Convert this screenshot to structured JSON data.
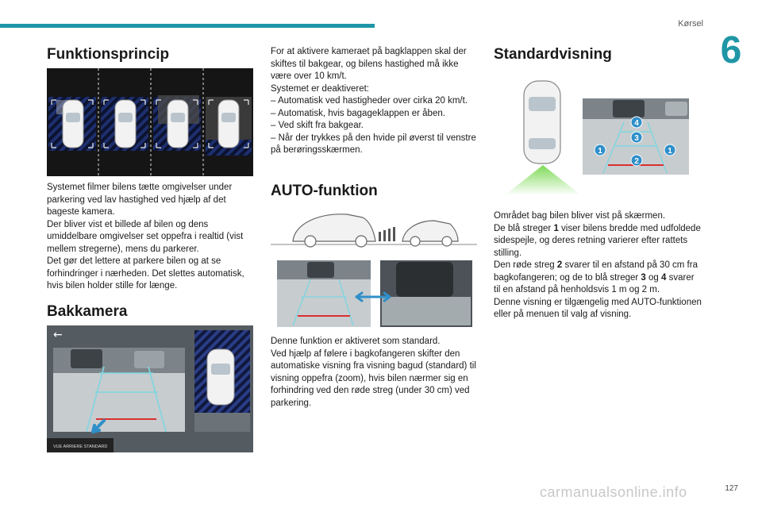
{
  "header": {
    "section": "Kørsel",
    "chapter": "6"
  },
  "col1": {
    "title1": "Funktionsprincip",
    "para1": [
      "Systemet filmer bilens tætte omgivelser under parkering ved lav hastighed ved hjælp af det bageste kamera.",
      "Der bliver vist et billede af bilen og dens umiddelbare omgivelser set oppefra i realtid (vist mellem stregerne), mens du parkerer.",
      "Det gør det lettere at parkere bilen og at se forhindringer i nærheden. Det slettes automatisk, hvis bilen holder stille for længe."
    ],
    "title2": "Bakkamera",
    "fig2_caption": "VUE ARRIERE STANDARD"
  },
  "col2": {
    "para1": [
      "For at aktivere kameraet på bagklappen skal der skiftes til bakgear, og bilens hastighed må ikke være over 10 km/t.",
      "Systemet er deaktiveret:",
      "– Automatisk ved hastigheder over cirka 20 km/t.",
      "– Automatisk, hvis bagageklappen er åben.",
      "– Ved skift fra bakgear.",
      "– Når der trykkes på den hvide pil øverst til venstre på berøringsskærmen."
    ],
    "title": "AUTO-funktion",
    "para2": [
      "Denne funktion er aktiveret som standard.",
      "Ved hjælp af følere i bagkofangeren skifter den automatiske visning fra visning bagud (standard) til visning oppefra (zoom), hvis bilen nærmer sig en forhindring ved den røde streg (under 30 cm) ved parkering."
    ]
  },
  "col3": {
    "title": "Standardvisning",
    "markers": [
      "4",
      "3",
      "1",
      "1",
      "2"
    ],
    "p1": "Området bag bilen bliver vist på skærmen.",
    "p2_a": "De blå streger ",
    "p2_b": "1",
    "p2_c": " viser bilens bredde med udfoldede sidespejle, og deres retning varierer efter rattets stilling.",
    "p3_a": "Den røde streg ",
    "p3_b": "2",
    "p3_c": " svarer til en afstand på 30 cm fra bagkofangeren; og de to blå streger ",
    "p3_d": "3",
    "p3_e": " og ",
    "p3_f": "4",
    "p3_g": " svarer til en afstand på henholdsvis 1 m og 2 m.",
    "p4": "Denne visning er tilgængelig med AUTO-funktionen eller på menuen til valg af visning."
  },
  "footer": {
    "page": "127",
    "watermark": "carmanualsonline.info"
  },
  "colors": {
    "accent": "#1f96a6",
    "marker": "#2f8fc9",
    "red_line": "#d93030",
    "guide_line": "#7fd6e0"
  }
}
